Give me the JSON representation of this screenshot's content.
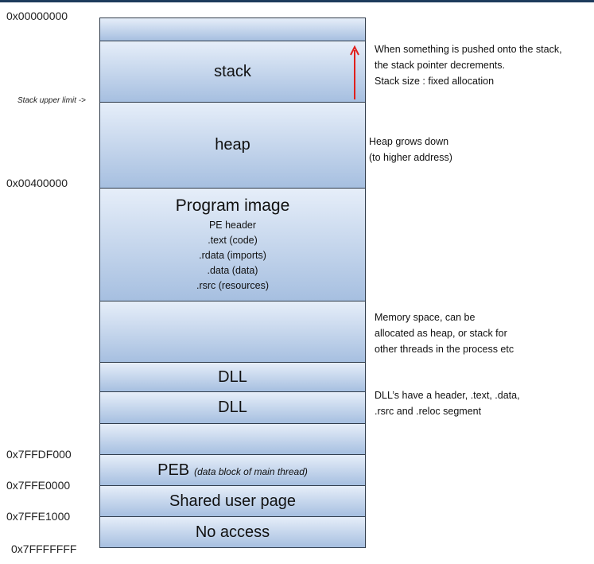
{
  "addresses": {
    "a0": "0x00000000",
    "a1": "0x00400000",
    "a2": "0x7FFDF000",
    "a3": "0x7FFE0000",
    "a4": "0x7FFE1000",
    "a5": "0x7FFFFFFF"
  },
  "stack_limit_label": "Stack upper limit ->",
  "segments": {
    "stack": "stack",
    "heap": "heap",
    "program_image": {
      "title": "Program image",
      "sections": [
        "PE header",
        ".text (code)",
        ".rdata (imports)",
        ".data (data)",
        ".rsrc (resources)"
      ]
    },
    "dll_1": "DLL",
    "dll_2": "DLL",
    "peb": {
      "title": "PEB",
      "note": "(data block of main thread)"
    },
    "shared_user_page": "Shared user page",
    "no_access": "No access"
  },
  "notes": {
    "stack": [
      "When something is pushed onto the stack,",
      "the stack pointer decrements.",
      "Stack size : fixed allocation"
    ],
    "heap": [
      "Heap grows down",
      "(to higher address)"
    ],
    "memory": [
      "Memory space, can be",
      "allocated as heap, or stack for",
      "other threads in the process etc"
    ],
    "dll": [
      "DLL’s have a header, .text, .data,",
      ".rsrc and .reloc segment"
    ]
  },
  "colors": {
    "arrow": "#e0201c",
    "segment_top": "#e6eef9",
    "segment_bottom": "#a6bfe0",
    "border": "#2f3b4a"
  }
}
